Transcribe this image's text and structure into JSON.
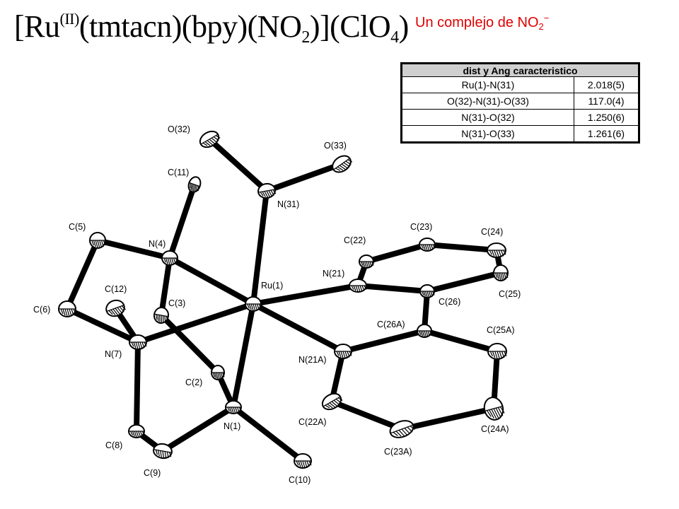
{
  "formula": {
    "open": "[Ru",
    "ox": "(II)",
    "mid": "(tmtacn)(bpy)(NO",
    "sub1": "2",
    "mid2": ")](ClO",
    "sub2": "4",
    "close": ")"
  },
  "subtitle": {
    "text": "Un complejo de NO",
    "sub": "2",
    "sup": "−"
  },
  "table": {
    "header": "dist y Ang caracteristico",
    "rows": [
      {
        "label": "Ru(1)-N(31)",
        "value": "2.018(5)"
      },
      {
        "label": "O(32)-N(31)-O(33)",
        "value": "117.0(4)"
      },
      {
        "label": "N(31)-O(32)",
        "value": "1.250(6)"
      },
      {
        "label": "N(31)-O(33)",
        "value": "1.261(6)"
      }
    ]
  },
  "labels": {
    "O32": "O(32)",
    "O33": "O(33)",
    "C11": "C(11)",
    "N31": "N(31)",
    "C5": "C(5)",
    "N4": "N(4)",
    "C22": "C(22)",
    "C23": "C(23)",
    "C24": "C(24)",
    "N21": "N(21)",
    "Ru1": "Ru(1)",
    "C12": "C(12)",
    "C3": "C(3)",
    "C26": "C(26)",
    "C25": "C(25)",
    "C6": "C(6)",
    "C26A": "C(26A)",
    "C25A": "C(25A)",
    "N7": "N(7)",
    "N21A": "N(21A)",
    "C2": "C(2)",
    "C22A": "C(22A)",
    "N1": "N(1)",
    "C24A": "C(24A)",
    "C8": "C(8)",
    "C23A": "C(23A)",
    "C9": "C(9)",
    "C10": "C(10)"
  }
}
